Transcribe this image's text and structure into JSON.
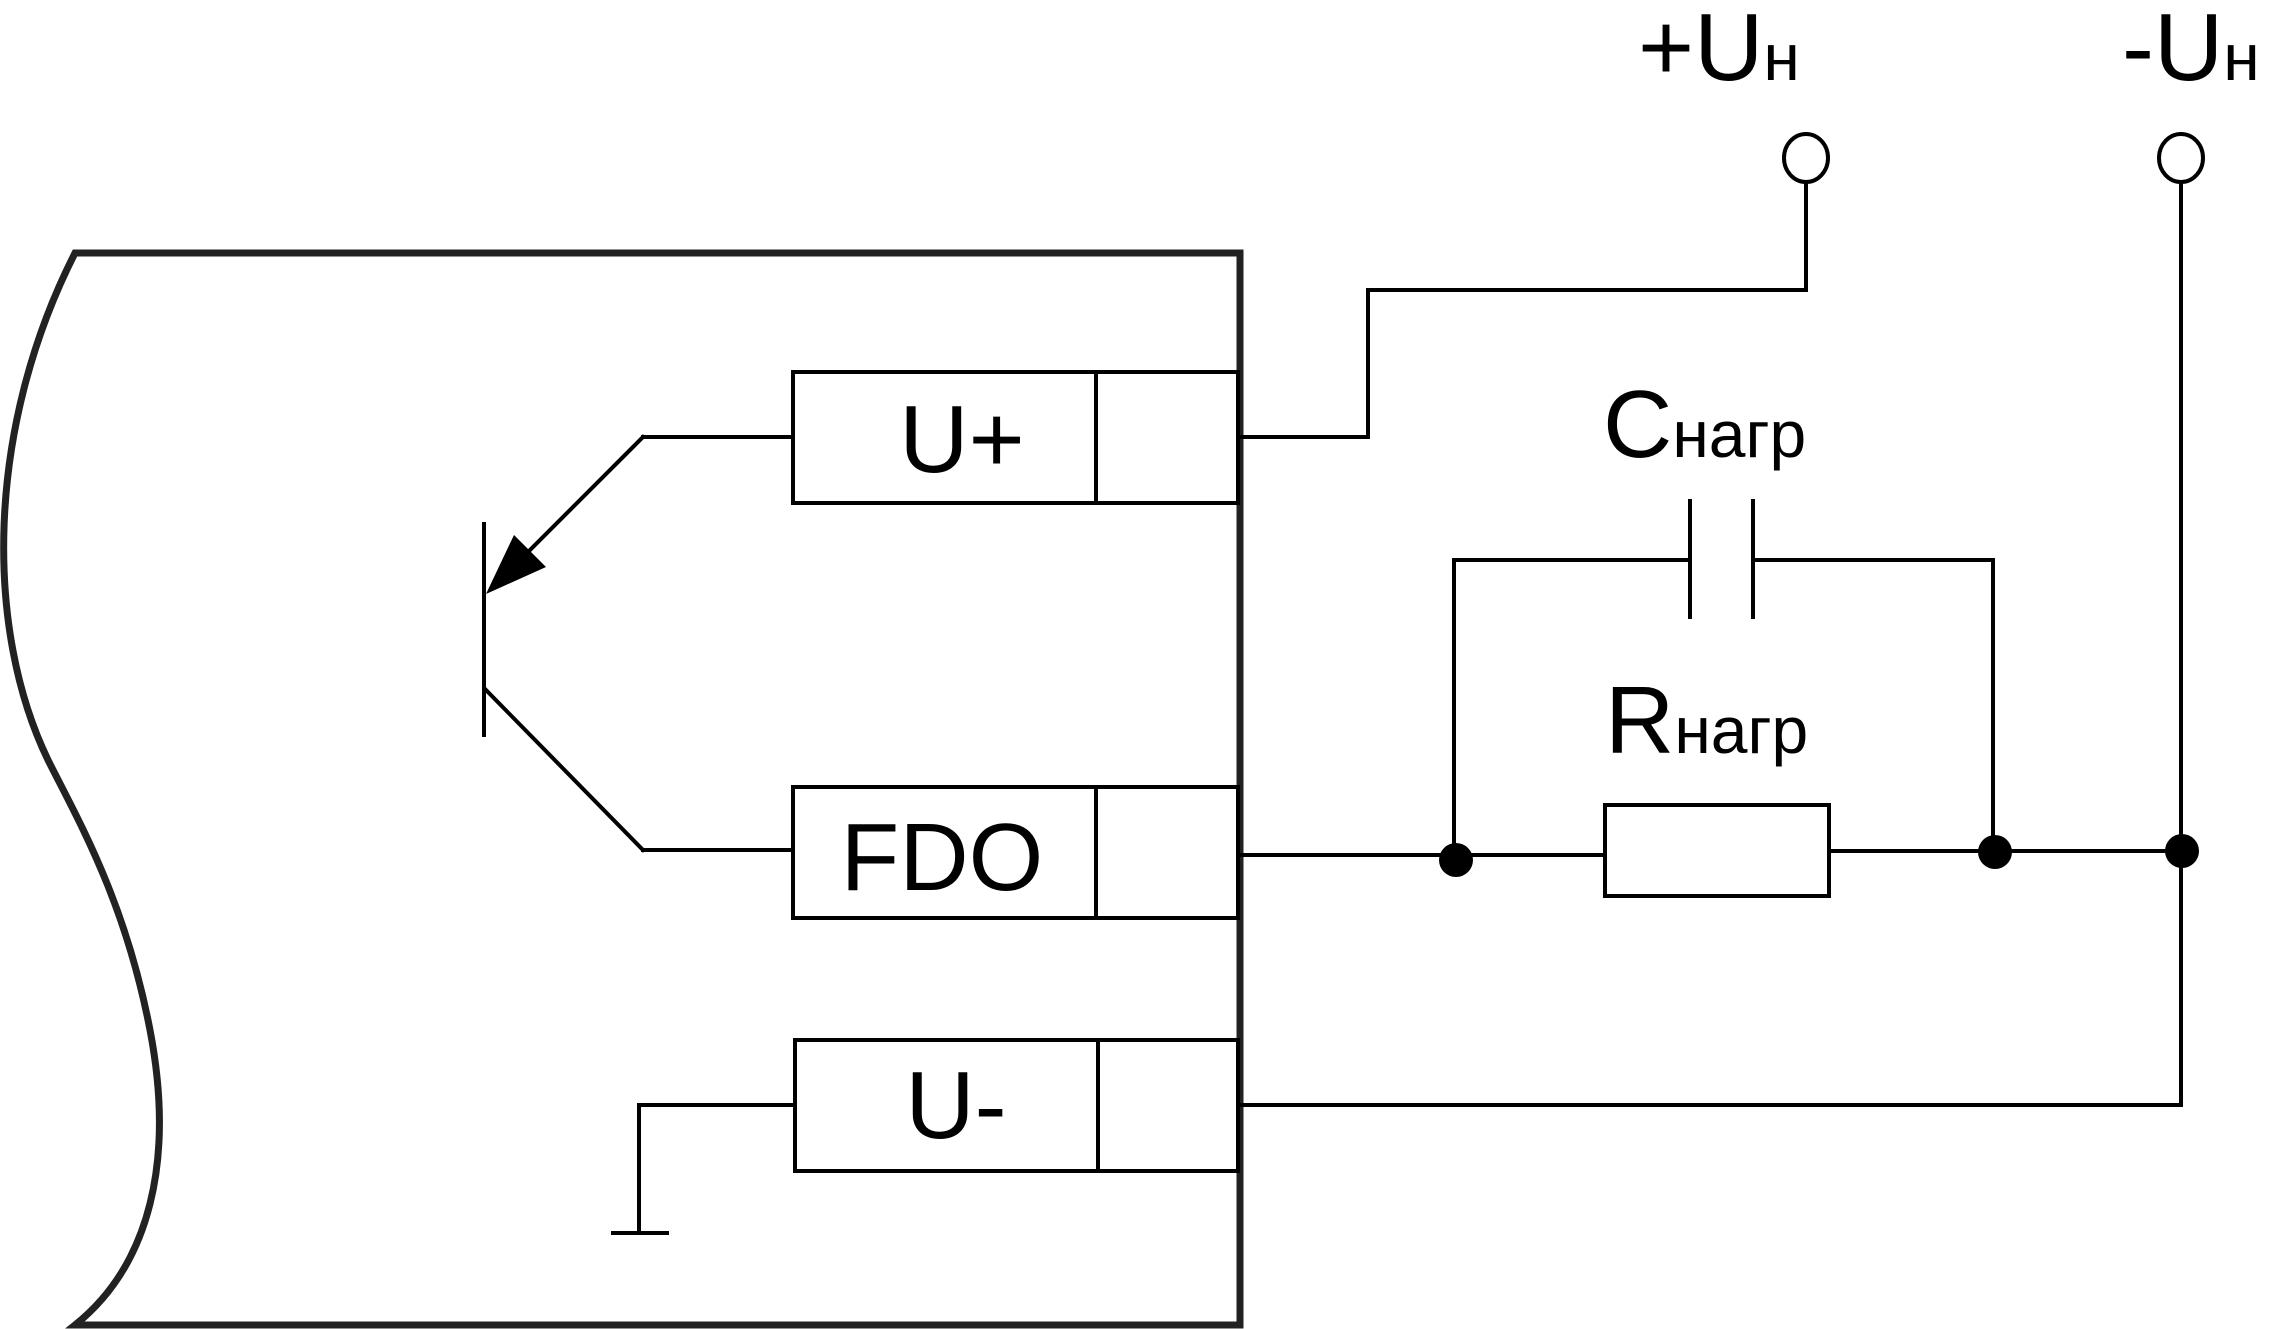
{
  "terminals": {
    "u_plus": "U+",
    "fdo": "FDO",
    "u_minus": "U-"
  },
  "supply": {
    "plus": {
      "main": "+U",
      "sub": "н"
    },
    "minus": {
      "main": "-U",
      "sub": "н"
    }
  },
  "load": {
    "capacitor": {
      "main": "C",
      "sub": "нагр"
    },
    "resistor": {
      "main": "R",
      "sub": "нагр"
    }
  }
}
